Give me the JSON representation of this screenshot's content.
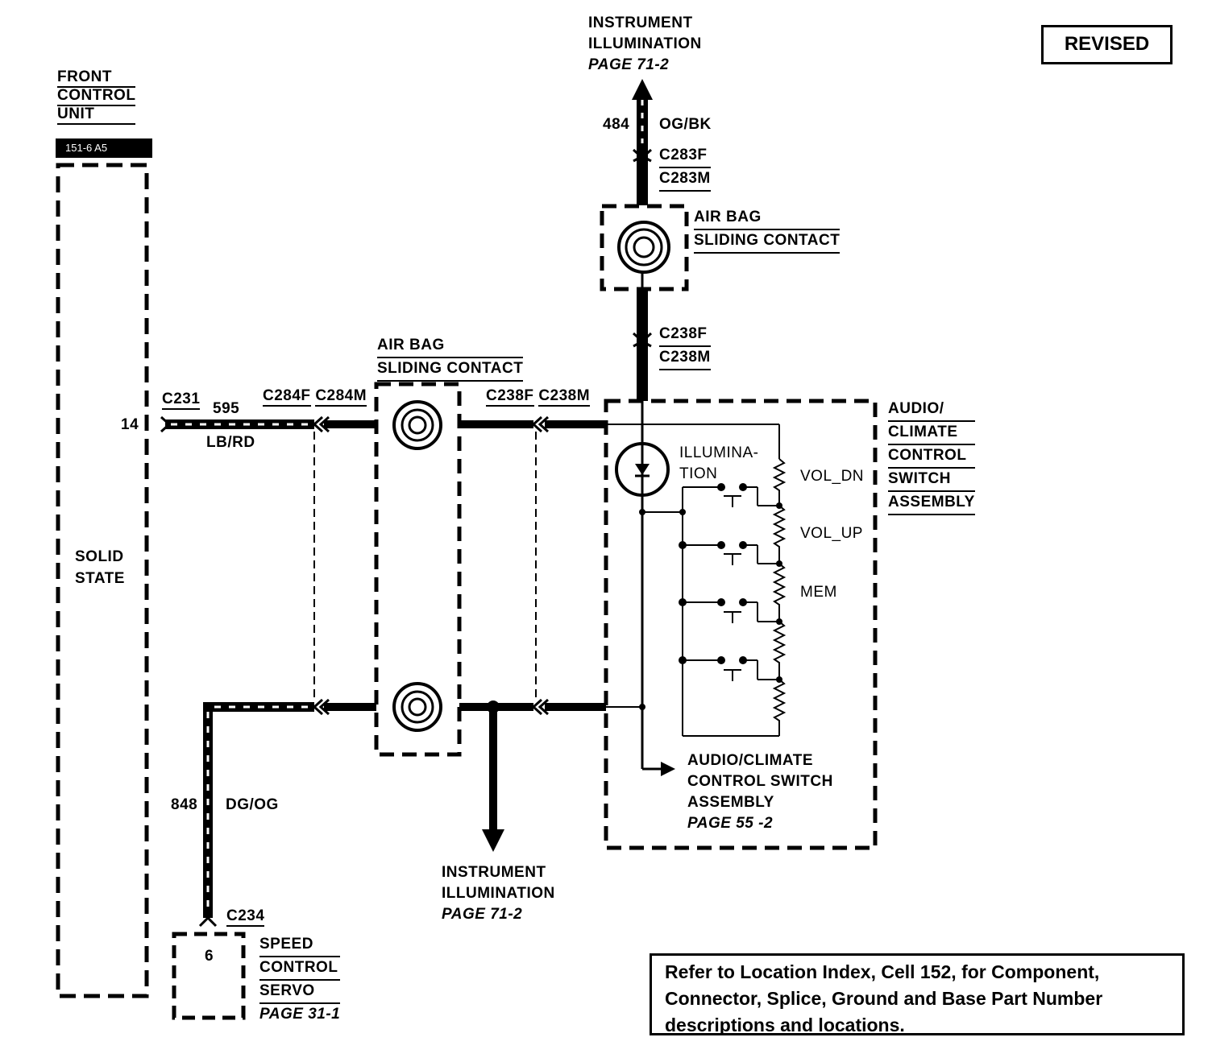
{
  "revised_label": "REVISED",
  "front_control_unit": {
    "title": [
      "FRONT",
      "CONTROL",
      "UNIT"
    ],
    "ref": "151-6 A5",
    "body": [
      "SOLID",
      "STATE"
    ],
    "pin": "14"
  },
  "top_destination": {
    "title": [
      "INSTRUMENT",
      "ILLUMINATION"
    ],
    "page": "PAGE 71-2"
  },
  "top_wire": {
    "circuit": "484",
    "color": "OG/BK"
  },
  "top_connector": {
    "female": "C283F",
    "male": "C283M"
  },
  "airbag_top": {
    "title": [
      "AIR BAG",
      "SLIDING CONTACT"
    ]
  },
  "mid_connector": {
    "female": "C238F",
    "male": "C238M"
  },
  "airbag_left": {
    "title": [
      "AIR BAG",
      "SLIDING CONTACT"
    ]
  },
  "wire_595": {
    "connector": "C231",
    "circuit": "595",
    "color": "LB/RD"
  },
  "conn_c284": {
    "female": "C284F",
    "male": "C284M"
  },
  "conn_c238": {
    "female": "C238F",
    "male": "C238M"
  },
  "assembly": {
    "title": [
      "AUDIO/",
      "CLIMATE",
      "CONTROL",
      "SWITCH",
      "ASSEMBLY"
    ],
    "illumination": [
      "ILLUMINA-",
      "TION"
    ],
    "switches": [
      "VOL_DN",
      "VOL_UP",
      "MEM"
    ]
  },
  "assembly_ref": {
    "title": [
      "AUDIO/CLIMATE",
      "CONTROL SWITCH",
      "ASSEMBLY"
    ],
    "page": "PAGE 55 -2"
  },
  "bottom_destination": {
    "title": [
      "INSTRUMENT",
      "ILLUMINATION"
    ],
    "page": "PAGE 71-2"
  },
  "wire_848": {
    "circuit": "848",
    "color": "DG/OG"
  },
  "servo": {
    "connector": "C234",
    "pin": "6",
    "title": [
      "SPEED",
      "CONTROL",
      "SERVO"
    ],
    "page": "PAGE 31-1"
  },
  "note_text": "Refer to Location Index, Cell 152, for Component, Connector, Splice, Ground and Base Part Number descriptions and locations."
}
